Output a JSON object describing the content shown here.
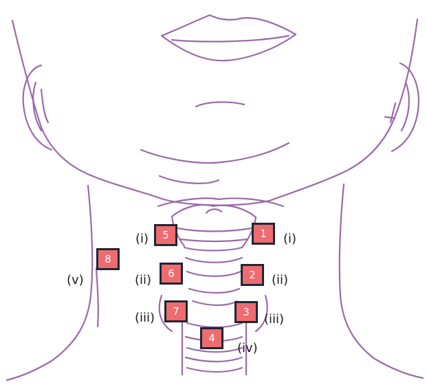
{
  "colors": {
    "line": "#9a6aa8",
    "marker_fill": "#ee6b70",
    "marker_border": "#1d2733",
    "marker_text": "#ffffff",
    "label_text": "#1a1a1a"
  },
  "markers": [
    {
      "num": "1",
      "side_label": "(i)"
    },
    {
      "num": "2",
      "side_label": "(ii)"
    },
    {
      "num": "3",
      "side_label": "(iii)"
    },
    {
      "num": "4",
      "side_label": "(iv)"
    },
    {
      "num": "5",
      "side_label": "(i)"
    },
    {
      "num": "6",
      "side_label": "(ii)"
    },
    {
      "num": "7",
      "side_label": "(iii)"
    },
    {
      "num": "8",
      "side_label": "(v)"
    }
  ]
}
